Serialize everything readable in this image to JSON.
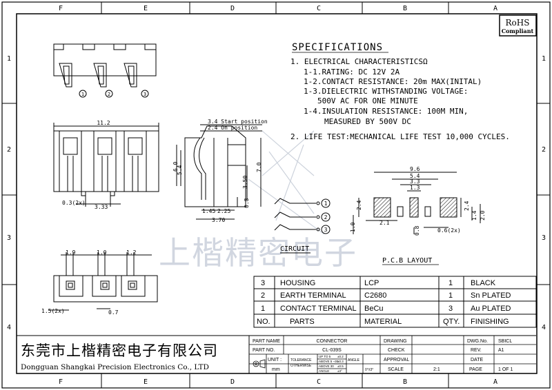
{
  "grid": {
    "columns": [
      "F",
      "E",
      "D",
      "C",
      "B",
      "A"
    ],
    "rows": [
      "1",
      "2",
      "3",
      "4"
    ]
  },
  "rohs": {
    "line1": "RoHS",
    "line2": "Compliant"
  },
  "specifications": {
    "title": "SPECIFICATIONS",
    "lines": [
      "1. ELECTRICAL CHARACTERISTICSΩ",
      "1-1.RATING: DC 12V 2A",
      "1-2.CONTACT RESISTANCE: 20m  MAX(INITAL)",
      "1-3.DIELECTRIC WITHSTANDING VOLTAGE:",
      "500V AC FOR ONE MINUTE",
      "1-4.INSULATION RESISTANCE: 100M  MIN,",
      "MEASURED BY 500V DC",
      "2. LIFE TEST:MECHANICAL LIFE TEST 10,000 CYCLES."
    ]
  },
  "top_view": {
    "callouts": [
      "1",
      "2",
      "3"
    ]
  },
  "front_view": {
    "dims": [
      "11.2",
      "0.3(2x)",
      "3.33"
    ]
  },
  "side_view": {
    "dims": [
      "3.4 Start position",
      "2.4 On position",
      "6.0",
      "5.4",
      "7.0",
      "3.50",
      "0.8",
      "1.45",
      "2.25",
      "3.70"
    ]
  },
  "circuit": {
    "label": "CIRCUIT",
    "terminals": [
      "1",
      "2",
      "3"
    ]
  },
  "pcb_layout": {
    "label": "P.C.B  LAYOUT",
    "dims": [
      "9.6",
      "5.4",
      "3.3",
      "1.3",
      "2.4",
      "2.1",
      "2.4",
      "1.4",
      "2.0",
      "1.0",
      "0.8",
      "0.6(2x)"
    ]
  },
  "bottom_view": {
    "dims": [
      "1.9",
      "1.0",
      "1.2",
      "1.5(2x)",
      "0.7"
    ]
  },
  "parts_table": {
    "rows": [
      {
        "no": "3",
        "part": "HOUSING",
        "material": "LCP",
        "qty": "1",
        "finishing": "BLACK"
      },
      {
        "no": "2",
        "part": "EARTH TERMINAL",
        "material": "C2680",
        "qty": "1",
        "finishing": "Sn PLATED"
      },
      {
        "no": "1",
        "part": "CONTACT TERMINAL",
        "material": "BeCu",
        "qty": "3",
        "finishing": "Au PLATED"
      }
    ],
    "header": {
      "no": "NO.",
      "part": "PARTS",
      "material": "MATERIAL",
      "qty": "QTY.",
      "finishing": "FINISHING"
    }
  },
  "company": {
    "name_cn": "东莞市上楷精密电子有限公司",
    "name_en": "Dongguan Shangkai Precision Electronics Co., LTD"
  },
  "watermark": "上楷精密电子",
  "title_block": {
    "part_name_label": "PART NAME",
    "part_name": "CONNECTOR",
    "part_no_label": "PART NO.",
    "part_no": "CL-039S",
    "unit_label": "UNIT :",
    "unit": "mm",
    "tolerance_label": "TOLERANCE",
    "otherwise_label": "OTHERWISE",
    "tol_rows": [
      {
        "range": "UP TO 5",
        "value": "±0.2"
      },
      {
        "range": "ABOVE 5 ~30",
        "value": "±0.3"
      },
      {
        "range": "ABOVE 30",
        "value": "±0.5"
      },
      {
        "range": "ANGLE",
        "value": "±3°"
      }
    ],
    "angle_label": "ANGLE",
    "angle_value": "0°±3°",
    "drawing_label": "DRAWING",
    "check_label": "CHECK",
    "approval_label": "APPROVAL",
    "scale_label": "SCALE",
    "scale": "2:1",
    "dwg_no_label": "DWG.No.",
    "dwg_no": "SBICL",
    "rev_label": "REV.",
    "rev": "A1",
    "date_label": "DATE",
    "page_label": "PAGE",
    "page": "1 OF 1"
  }
}
